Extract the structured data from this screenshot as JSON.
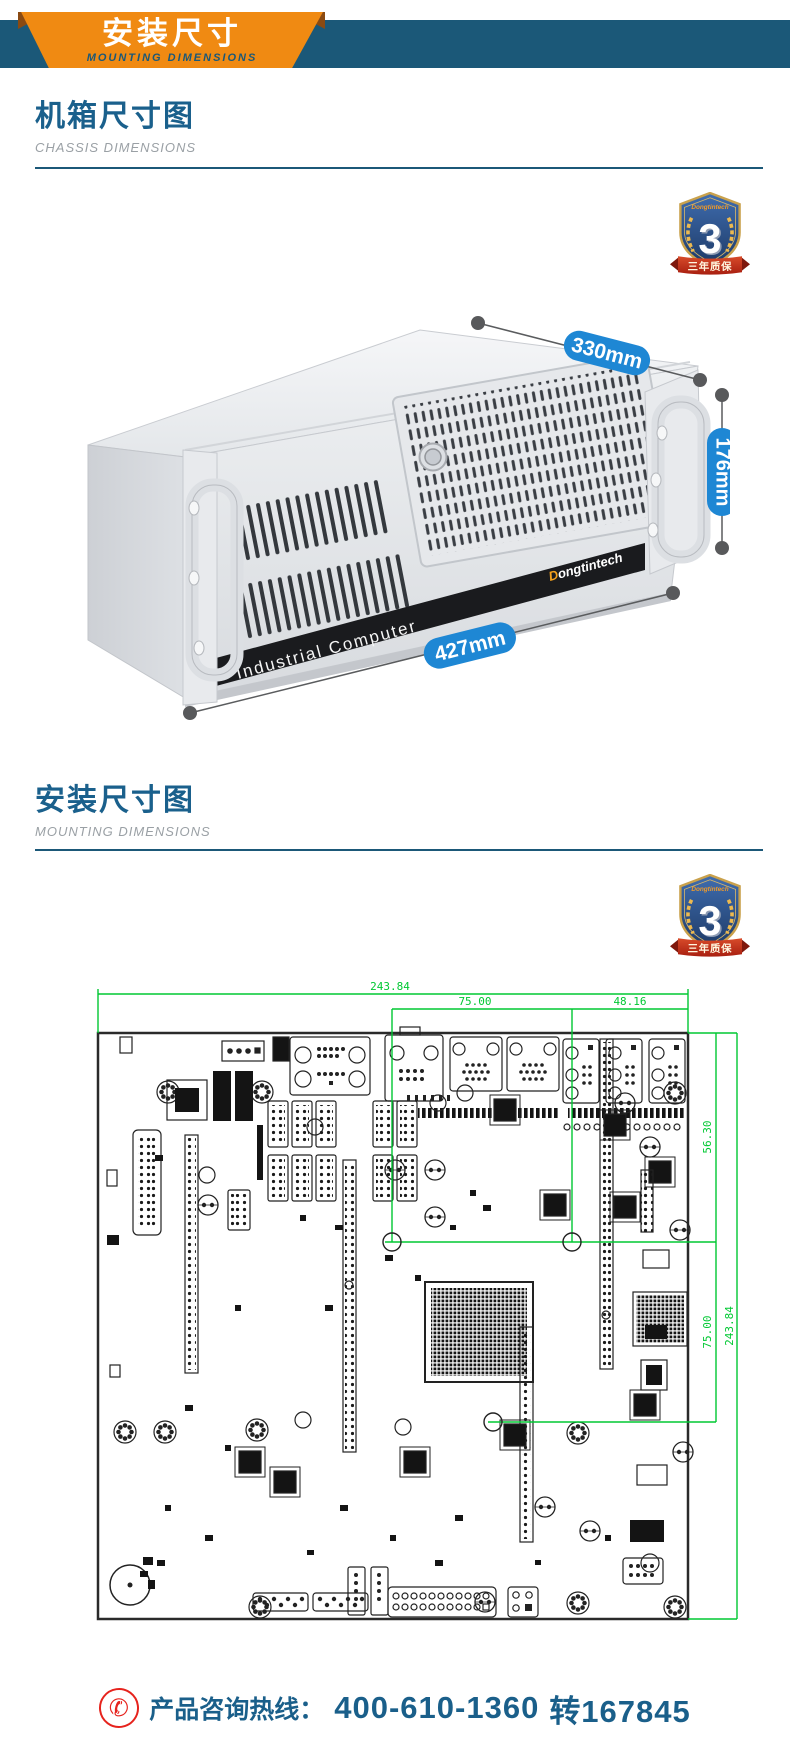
{
  "banner": {
    "title": "安装尺寸",
    "subtitle": "MOUNTING DIMENSIONS"
  },
  "section_chassis": {
    "title": "机箱尺寸图",
    "subtitle": "CHASSIS DIMENSIONS"
  },
  "section_mounting": {
    "title": "安装尺寸图",
    "subtitle": "MOUNTING DIMENSIONS"
  },
  "badge": {
    "brand": "Dongtintech",
    "number": "3",
    "ribbon_label": "三年质保"
  },
  "chassis": {
    "dim_depth": "330mm",
    "dim_height": "176mm",
    "dim_width": "427mm",
    "front_label": "Industrial  Computer",
    "brand_initial": "D",
    "brand_rest": "ongtintech"
  },
  "board": {
    "dim_top_total": "243.84",
    "dim_top_left": "75.00",
    "dim_top_right": "48.16",
    "dim_right_upper": "56.30",
    "dim_right_mid": "75.00",
    "dim_right_total": "243.84"
  },
  "footer": {
    "hotline_label": "产品咨询热线：",
    "phone": "400-610-1360",
    "extension": "转167845"
  },
  "colors": {
    "banner_blue": "#1b5878",
    "banner_orange": "#f08a12",
    "title_blue": "#1a608c",
    "dim_pill_blue": "#1e87d4",
    "dim_green": "#00c832",
    "hotline_red": "#e6231d"
  }
}
